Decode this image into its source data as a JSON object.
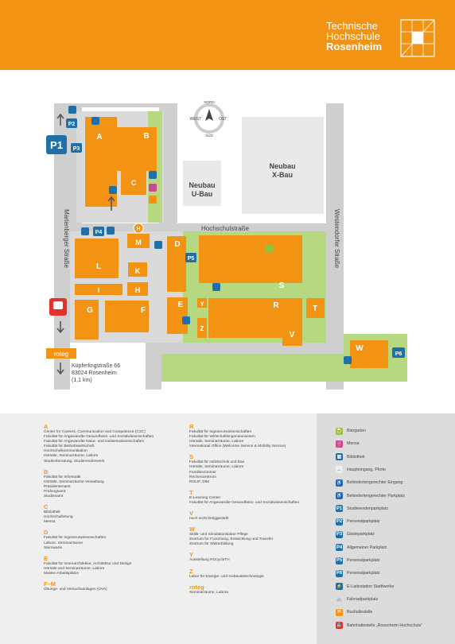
{
  "logo": {
    "line1": "Technische",
    "line2": "Hochschule",
    "line3": "Rosenheim"
  },
  "colors": {
    "orange": "#f39314",
    "blue": "#1f6fa8",
    "green": "#8cc63f",
    "gray": "#cfcfcf",
    "red": "#e2322e"
  },
  "compass": {
    "n": "NORD",
    "s": "SÜD",
    "w": "WEST",
    "o": "OST"
  },
  "streets": {
    "hochschulstrasse": "Hochschulstraße",
    "marienberger": "Marienberger Straße",
    "westendorfer": "Westendorfer Straße"
  },
  "buildings": {
    "A": "A",
    "B": "B",
    "C": "C",
    "D": "D",
    "E": "E",
    "F": "F",
    "G": "G",
    "H": "H",
    "I": "I",
    "K": "K",
    "L": "L",
    "M": "M",
    "R": "R",
    "S": "S",
    "T": "T",
    "V": "V",
    "W": "W",
    "Y": "Y",
    "Z": "Z"
  },
  "neubau_u": {
    "line1": "Neubau",
    "line2": "U-Bau"
  },
  "neubau_x": {
    "line1": "Neubau",
    "line2": "X-Bau"
  },
  "parking": {
    "P1": "P1",
    "P2": "P2",
    "P3": "P3",
    "P4": "P4",
    "P5": "P5",
    "P6": "P6"
  },
  "bus_letter": "H",
  "roteg": {
    "label": "roteg",
    "addr1": "Küpferlingstraße 66",
    "addr2": "83024 Rosenheim",
    "addr3": "(1,1 km)"
  },
  "legend_left": [
    {
      "letter": "A",
      "lines": [
        "Center for Careers, Communication and Competence (C3C)",
        "Fakultät für Angewandte Gesundheits- und Sozialwissenschaften",
        "Fakultät für Angewandte Natur- und Geisteswissenschaften",
        "Fakultät für Betriebswirtschaft",
        "Hochschulkommunikation",
        "Hörsäle, Seminarräume, Labore",
        "Studienberatung, Studierendenwerk"
      ]
    },
    {
      "letter": "B",
      "lines": [
        "Fakultät für Informatik",
        "Hörsäle, Seminarräume Verwaltung",
        "Präsidentenamt",
        "Prüfungsamt",
        "Studienamt"
      ]
    },
    {
      "letter": "C",
      "lines": [
        "Bibliothek",
        "Hochschulleitung",
        "Mensa"
      ]
    },
    {
      "letter": "D",
      "lines": [
        "Fakultät für Ingenieurwissenschaften",
        "Labore, Seminarräume",
        "Sternwarte"
      ]
    },
    {
      "letter": "E",
      "lines": [
        "Fakultät für Innenarchitektur, Architektur und Design",
        "Hörsäle und Seminarräume, Labore",
        "Master-Arbeitsplätze"
      ]
    },
    {
      "letter": "F–M",
      "lines": [
        "Übungs- und Versuchsanlagen (ÜVA)"
      ]
    }
  ],
  "legend_mid": [
    {
      "letter": "R",
      "lines": [
        "Fakultät für Ingenieurwissenschaften",
        "Fakultät für Wirtschaftsingenieurwesen",
        "Hörsäle, Seminarräume, Labore",
        "International Office (Welcome Service & Mobility Service)"
      ]
    },
    {
      "letter": "S",
      "lines": [
        "Fakultät für Holztechnik und Bau",
        "Hörsäle, Seminarräume, Labore",
        "Familienzimmer",
        "Rechenzentrum",
        "ROLIF, DIM"
      ]
    },
    {
      "letter": "T",
      "lines": [
        "E-Learning Center",
        "Fakultät für Angewandte Gesundheits- und Sozialwissenschaften"
      ]
    },
    {
      "letter": "V",
      "lines": [
        "noch nicht fertiggestellt"
      ]
    },
    {
      "letter": "W",
      "lines": [
        "Skills- und Simulationslabor Pflege",
        "Zentrum für Forschung, Entwicklung und Transfer",
        "Zentrum für Weiterbildung"
      ]
    },
    {
      "letter": "Y",
      "lines": [
        "Ausstellung ROcycleTH"
      ]
    },
    {
      "letter": "Z",
      "lines": [
        "Labor für Energie- und Gebäudetechnologie"
      ]
    },
    {
      "letter": "roteg",
      "lines": [
        "Seminarräume, Labore"
      ]
    }
  ],
  "legend_icons": [
    {
      "icon": "beer-icon",
      "sym": "🍺",
      "color": "#8cc63f",
      "label": "Biergarten"
    },
    {
      "icon": "cutlery-icon",
      "sym": "🍴",
      "color": "#c94b8d",
      "label": "Mensa"
    },
    {
      "icon": "book-icon",
      "sym": "▥",
      "color": "#1f6fa8",
      "label": "Bibliothek"
    },
    {
      "icon": "arrow-left-icon",
      "sym": "←",
      "color": "#efefef",
      "label": "Haupteingang, Pforte"
    },
    {
      "icon": "wheelchair-icon",
      "sym": "♿",
      "color": "#1f6fa8",
      "label": "Behindertengerechter Eingang"
    },
    {
      "icon": "wheelchair-parking-icon",
      "sym": "♿",
      "color": "#1f6fa8",
      "label": "Behindertengerechter Parkplatz"
    },
    {
      "icon": "p1-icon",
      "sym": "P1",
      "color": "#1f6fa8",
      "label": "Studierendenparkplatz"
    },
    {
      "icon": "p2-icon",
      "sym": "P2",
      "color": "#1f6fa8",
      "label": "Personalparkplatz"
    },
    {
      "icon": "p3-icon",
      "sym": "P3",
      "color": "#1f6fa8",
      "label": "Gästeparkplatz"
    },
    {
      "icon": "p4-icon",
      "sym": "P4",
      "color": "#1f6fa8",
      "label": "Allgemeiner Parkplatz"
    },
    {
      "icon": "p5-icon",
      "sym": "P5",
      "color": "#1f6fa8",
      "label": "Personalparkplatz"
    },
    {
      "icon": "p6-icon",
      "sym": "P6",
      "color": "#1f6fa8",
      "label": "Personalparkplatz"
    },
    {
      "icon": "ev-charger-icon",
      "sym": "⚡",
      "color": "#1f6fa8",
      "label": "E-Ladestation Stadtwerke"
    },
    {
      "icon": "bicycle-icon",
      "sym": "🚲",
      "color": "#dcdcdc",
      "label": "Fahrradparkplatz"
    },
    {
      "icon": "bus-stop-icon",
      "sym": "H",
      "color": "#f39314",
      "label": "Bushaltestelle"
    },
    {
      "icon": "train-icon",
      "sym": "🚆",
      "color": "#e2322e",
      "label": "Bahnhaltestelle „Rosenheim Hochschule“"
    }
  ]
}
